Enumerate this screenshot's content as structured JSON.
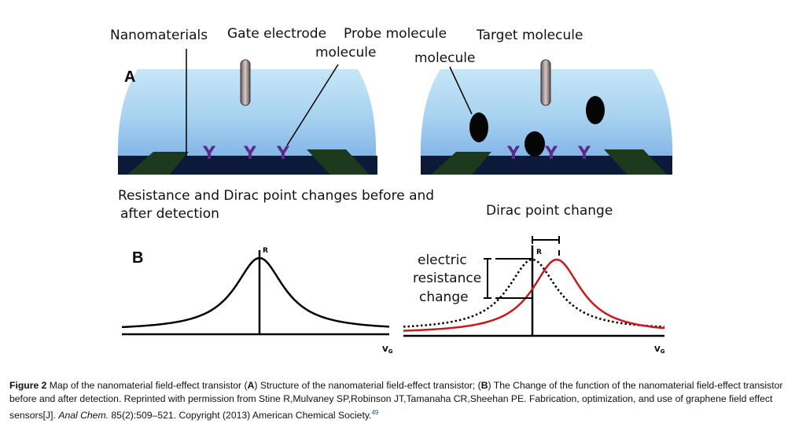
{
  "panel_a": {
    "letter": "A",
    "labels": {
      "nanomaterials": "Nanomaterials",
      "gate_electrode": "Gate electrode",
      "probe_molecule_1": "Probe molecule",
      "probe_molecule_2": "molecule",
      "target_molecule_1": "Target molecule",
      "target_molecule_2": "molecule"
    }
  },
  "panel_b": {
    "letter": "B",
    "left_title_1": "Resistance and Dirac point changes before and",
    "left_title_2": "after detection",
    "right_title": "Dirac point change",
    "r_label": "R",
    "vg_label": "V",
    "vg_sub": "G",
    "annotation": [
      "electric",
      "resistance",
      "change"
    ],
    "colors": {
      "after": "#c8191e",
      "before": "#111111"
    }
  },
  "caption": {
    "figure_label": "Figure 2",
    "t1": " Map of the nanomaterial field-effect transistor (",
    "a": "A",
    "t2": ") Structure of the nanomaterial field-effect transistor; (",
    "b": "B",
    "t3": ") The Change of the function of the nanomaterial field-effect transistor before and after detection. Reprinted with permission from Stine R,Mulvaney SP,Robinson JT,Tamanaha CR,Sheehan PE. Fabrication, optimization, and use of graphene field effect sensors[J]. ",
    "journal": "Anal Chem.",
    "t4": " 85(2):509–521. Copyright (2013) American Chemical Society.",
    "ref": "49"
  }
}
